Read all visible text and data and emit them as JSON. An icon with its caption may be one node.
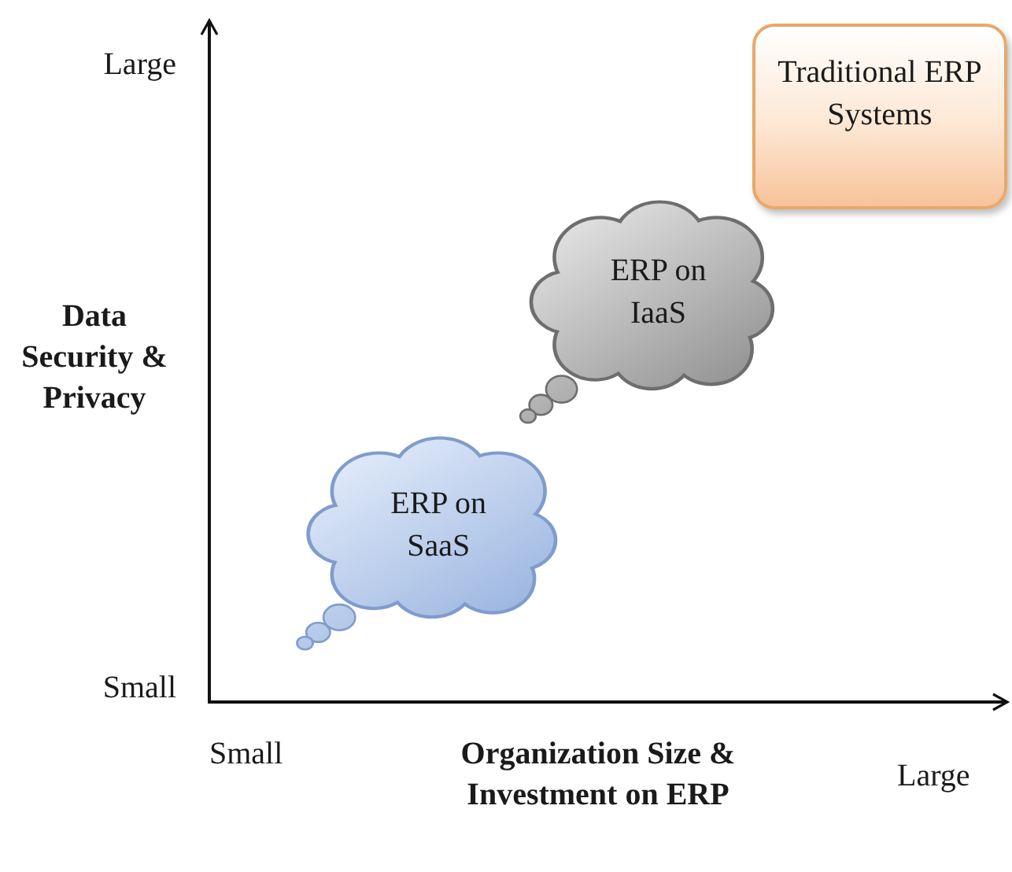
{
  "diagram": {
    "nodes": [
      {
        "text": [
          "Traditional ERP Systems"
        ]
      },
      {
        "text": [
          "ERP on IaaS"
        ]
      },
      {
        "text": [
          "ERP on SaaS"
        ]
      }
    ],
    "labels": [
      "Large",
      "Data Security & Privacy",
      "Small",
      "Small",
      "Organization Size & Investment on ERP",
      "Large"
    ]
  }
}
